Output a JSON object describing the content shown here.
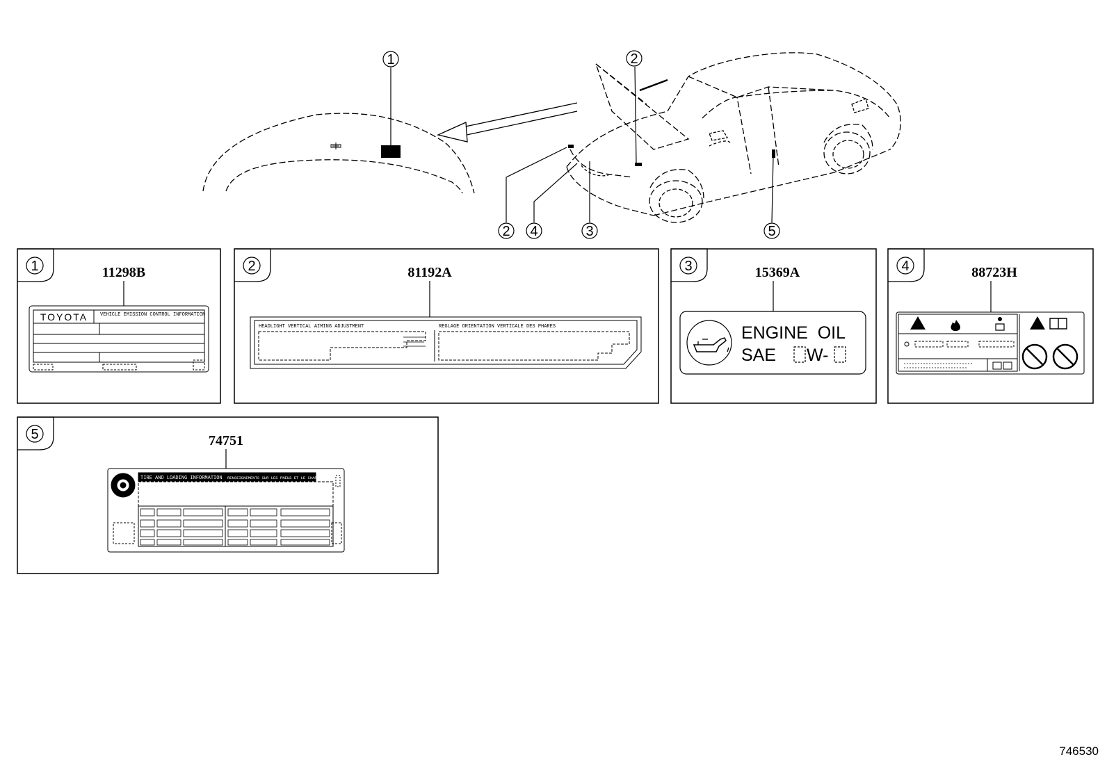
{
  "overview": {
    "callouts": [
      "1",
      "2",
      "2",
      "4",
      "3",
      "5"
    ]
  },
  "panels": [
    {
      "num": "1",
      "part": "11298B",
      "label": {
        "brand": "TOYOTA",
        "title": "VEHICLE EMISSION CONTROL INFORMATION"
      }
    },
    {
      "num": "2",
      "part": "81192A",
      "label": {
        "left_title": "HEADLIGHT VERTICAL AIMING ADJUSTMENT",
        "right_title": "REGLAGE ORIENTATION VERTICALE DES PHARES"
      }
    },
    {
      "num": "3",
      "part": "15369A",
      "label": {
        "line1": "ENGINE  OIL",
        "sae": "SAE",
        "w": "W-"
      }
    },
    {
      "num": "4",
      "part": "88723H"
    },
    {
      "num": "5",
      "part": "74751",
      "label": {
        "left_title": "TIRE AND LOADING INFORMATION",
        "right_title": "RENSEIGNEMENTS SUR LES PNEUS ET LE CHARGEMENT"
      }
    }
  ],
  "reference": "746530"
}
